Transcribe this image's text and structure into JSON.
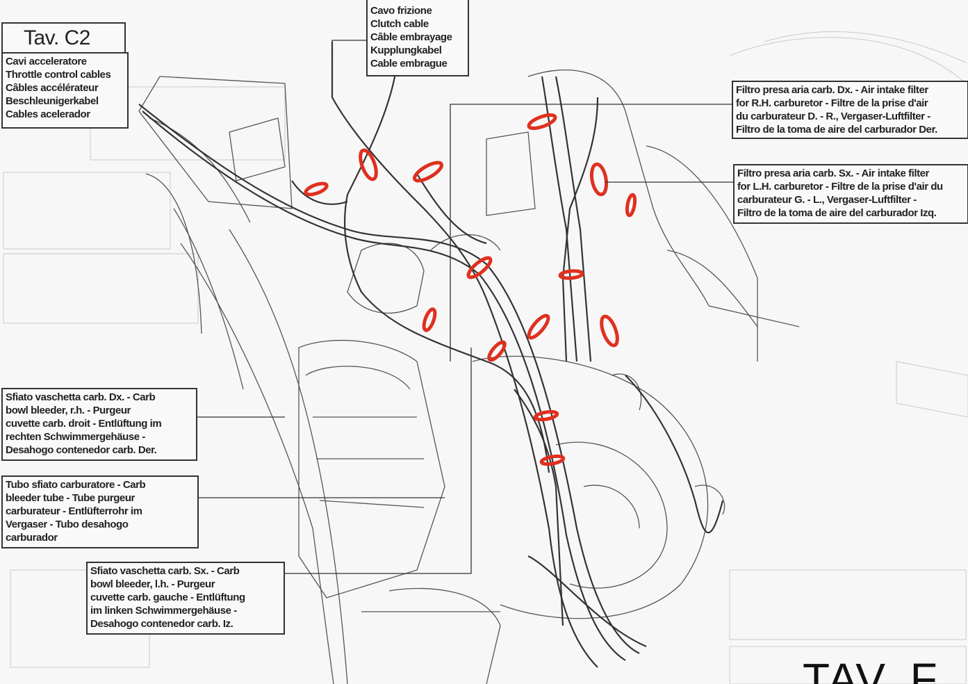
{
  "title": "Tav. C2",
  "footer_title": "TAV. F",
  "colors": {
    "clamp": "#e0301e",
    "line": "#333333",
    "sketch": "#9a9aa0"
  },
  "labels": {
    "throttle": [
      "Cavi acceleratore",
      "Throttle control cables",
      "Câbles accélérateur",
      "Beschleunigerkabel",
      "Cables acelerador"
    ],
    "clutch": [
      "Cavo frizione",
      "Clutch cable",
      "Câble embrayage",
      "Kupplungkabel",
      "Cable embrague"
    ],
    "rh_filter": [
      "Filtro presa aria carb. Dx. - Air intake filter",
      "for R.H. carburetor - Filtre de la prise d'air",
      "du carburateur D. - R., Vergaser-Luftfilter -",
      "Filtro de la toma de aire del carburador Der."
    ],
    "lh_filter": [
      "Filtro presa aria carb. Sx. - Air intake filter",
      "for L.H. carburetor - Filtre de la prise d'air du",
      "carburateur G. - L., Vergaser-Luftfilter -",
      "Filtro de la toma de aire del carburador Izq."
    ],
    "rh_bleeder": [
      "Sfiato vaschetta carb. Dx. - Carb",
      "bowl bleeder, r.h. - Purgeur",
      "cuvette carb. droit - Entlüftung im",
      "rechten Schwimmergehäuse -",
      "Desahogo contenedor carb. Der."
    ],
    "bleeder_tube": [
      "Tubo sfiato carburatore - Carb",
      "bleeder tube - Tube purgeur",
      "carburateur - Entlüfterrohr im",
      "Vergaser - Tubo desahogo",
      "carburador"
    ],
    "lh_bleeder": [
      "Sfiato vaschetta carb. Sx. - Carb",
      "bowl bleeder, l.h. - Purgeur",
      "cuvette carb. gauche - Entlüftung",
      "im linken Schwimmergehäuse -",
      "Desahogo contenedor carb. Iz."
    ]
  }
}
